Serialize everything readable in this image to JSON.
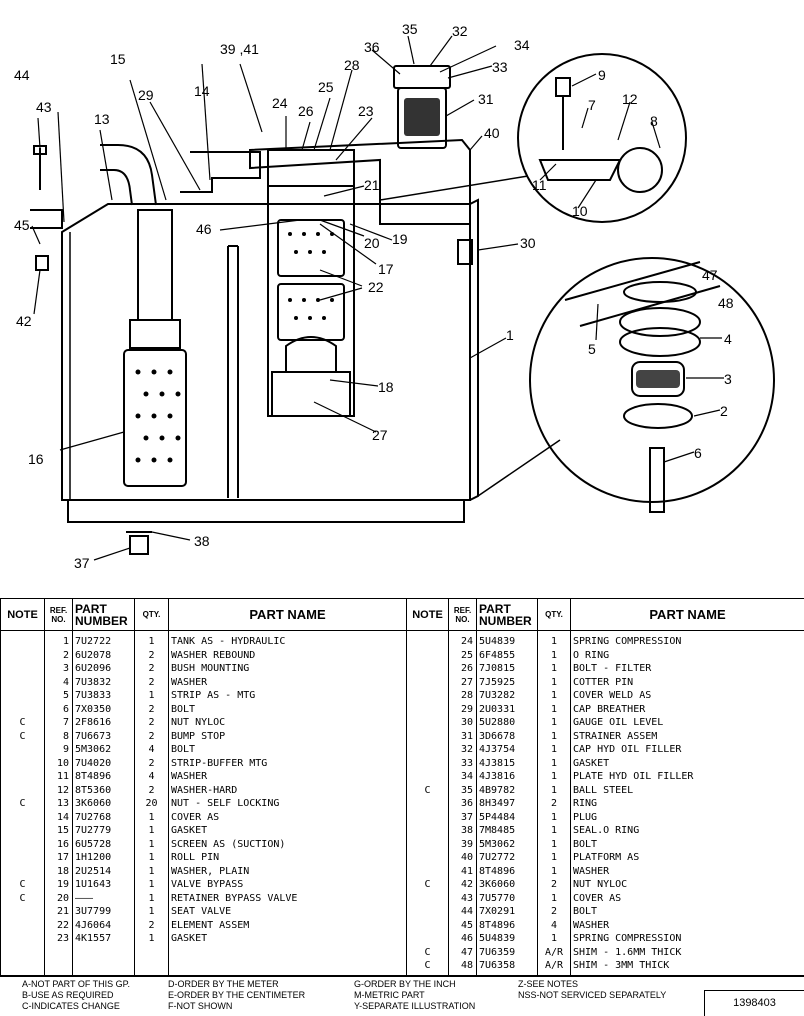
{
  "diagram": {
    "callouts": [
      "1",
      "2",
      "3",
      "4",
      "5",
      "6",
      "7",
      "8",
      "9",
      "10",
      "11",
      "12",
      "13",
      "14",
      "15",
      "16",
      "17",
      "18",
      "19",
      "20",
      "21",
      "22",
      "23",
      "24",
      "25",
      "26",
      "27",
      "28",
      "29",
      "30",
      "31",
      "32",
      "33",
      "34",
      "35",
      "36",
      "37",
      "38",
      "39 ,41",
      "40",
      "42",
      "43",
      "44",
      "45",
      "46",
      "47",
      "48"
    ]
  },
  "table": {
    "headers": {
      "note": "NOTE",
      "ref": "REF. NO.",
      "part_number": "PART NUMBER",
      "qty": "QTY.",
      "part_name": "PART NAME"
    },
    "left_rows": [
      {
        "note": "",
        "ref": "1",
        "pn": "7U2722",
        "qty": "1",
        "name": "TANK AS - HYDRAULIC"
      },
      {
        "note": "",
        "ref": "2",
        "pn": "6U2078",
        "qty": "2",
        "name": "WASHER REBOUND"
      },
      {
        "note": "",
        "ref": "3",
        "pn": "6U2096",
        "qty": "2",
        "name": "BUSH MOUNTING"
      },
      {
        "note": "",
        "ref": "4",
        "pn": "7U3832",
        "qty": "2",
        "name": "WASHER"
      },
      {
        "note": "",
        "ref": "5",
        "pn": "7U3833",
        "qty": "1",
        "name": "STRIP AS - MTG"
      },
      {
        "note": "",
        "ref": "6",
        "pn": "7X0350",
        "qty": "2",
        "name": "BOLT"
      },
      {
        "note": "C",
        "ref": "7",
        "pn": "2F8616",
        "qty": "2",
        "name": "NUT NYLOC"
      },
      {
        "note": "C",
        "ref": "8",
        "pn": "7U6673",
        "qty": "2",
        "name": "BUMP STOP"
      },
      {
        "note": "",
        "ref": "9",
        "pn": "5M3062",
        "qty": "4",
        "name": "BOLT"
      },
      {
        "note": "",
        "ref": "10",
        "pn": "7U4020",
        "qty": "2",
        "name": "STRIP-BUFFER MTG"
      },
      {
        "note": "",
        "ref": "11",
        "pn": "8T4896",
        "qty": "4",
        "name": "WASHER"
      },
      {
        "note": "",
        "ref": "12",
        "pn": "8T5360",
        "qty": "2",
        "name": "WASHER-HARD"
      },
      {
        "note": "C",
        "ref": "13",
        "pn": "3K6060",
        "qty": "20",
        "name": "NUT - SELF LOCKING"
      },
      {
        "note": "",
        "ref": "14",
        "pn": "7U2768",
        "qty": "1",
        "name": "COVER AS"
      },
      {
        "note": "",
        "ref": "15",
        "pn": "7U2779",
        "qty": "1",
        "name": "GASKET"
      },
      {
        "note": "",
        "ref": "16",
        "pn": "6U5728",
        "qty": "1",
        "name": "SCREEN AS (SUCTION)"
      },
      {
        "note": "",
        "ref": "17",
        "pn": "1H1200",
        "qty": "1",
        "name": "ROLL PIN"
      },
      {
        "note": "",
        "ref": "18",
        "pn": "2U2514",
        "qty": "1",
        "name": "WASHER, PLAIN"
      },
      {
        "note": "C",
        "ref": "19",
        "pn": "1U1643",
        "qty": "1",
        "name": "VALVE BYPASS"
      },
      {
        "note": "C",
        "ref": "20",
        "pn": "———",
        "qty": "1",
        "name": "RETAINER BYPASS VALVE"
      },
      {
        "note": "",
        "ref": "21",
        "pn": "3U7799",
        "qty": "1",
        "name": "SEAT VALVE"
      },
      {
        "note": "",
        "ref": "22",
        "pn": "4J6064",
        "qty": "2",
        "name": "ELEMENT ASSEM"
      },
      {
        "note": "",
        "ref": "23",
        "pn": "4K1557",
        "qty": "1",
        "name": "GASKET"
      },
      {
        "note": "",
        "ref": "",
        "pn": "",
        "qty": "",
        "name": ""
      },
      {
        "note": "",
        "ref": "",
        "pn": "",
        "qty": "",
        "name": ""
      }
    ],
    "right_rows": [
      {
        "note": "",
        "ref": "24",
        "pn": "5U4839",
        "qty": "1",
        "name": "SPRING COMPRESSION"
      },
      {
        "note": "",
        "ref": "25",
        "pn": "6F4855",
        "qty": "1",
        "name": "O RING"
      },
      {
        "note": "",
        "ref": "26",
        "pn": "7J0815",
        "qty": "1",
        "name": "BOLT - FILTER"
      },
      {
        "note": "",
        "ref": "27",
        "pn": "7J5925",
        "qty": "1",
        "name": "COTTER PIN"
      },
      {
        "note": "",
        "ref": "28",
        "pn": "7U3282",
        "qty": "1",
        "name": "COVER WELD AS"
      },
      {
        "note": "",
        "ref": "29",
        "pn": "2U0331",
        "qty": "1",
        "name": "CAP BREATHER"
      },
      {
        "note": "",
        "ref": "30",
        "pn": "5U2880",
        "qty": "1",
        "name": "GAUGE OIL LEVEL"
      },
      {
        "note": "",
        "ref": "31",
        "pn": "3D6678",
        "qty": "1",
        "name": "STRAINER ASSEM"
      },
      {
        "note": "",
        "ref": "32",
        "pn": "4J3754",
        "qty": "1",
        "name": "CAP HYD OIL FILLER"
      },
      {
        "note": "",
        "ref": "33",
        "pn": "4J3815",
        "qty": "1",
        "name": "GASKET"
      },
      {
        "note": "",
        "ref": "34",
        "pn": "4J3816",
        "qty": "1",
        "name": "PLATE HYD OIL FILLER"
      },
      {
        "note": "C",
        "ref": "35",
        "pn": "4B9782",
        "qty": "1",
        "name": "BALL STEEL"
      },
      {
        "note": "",
        "ref": "36",
        "pn": "8H3497",
        "qty": "2",
        "name": "RING"
      },
      {
        "note": "",
        "ref": "37",
        "pn": "5P4484",
        "qty": "1",
        "name": "PLUG"
      },
      {
        "note": "",
        "ref": "38",
        "pn": "7M8485",
        "qty": "1",
        "name": "SEAL.O RING"
      },
      {
        "note": "",
        "ref": "39",
        "pn": "5M3062",
        "qty": "1",
        "name": "BOLT"
      },
      {
        "note": "",
        "ref": "40",
        "pn": "7U2772",
        "qty": "1",
        "name": "PLATFORM AS"
      },
      {
        "note": "",
        "ref": "41",
        "pn": "8T4896",
        "qty": "1",
        "name": "WASHER"
      },
      {
        "note": "C",
        "ref": "42",
        "pn": "3K6060",
        "qty": "2",
        "name": "NUT NYLOC"
      },
      {
        "note": "",
        "ref": "43",
        "pn": "7U5770",
        "qty": "1",
        "name": "COVER AS"
      },
      {
        "note": "",
        "ref": "44",
        "pn": "7X0291",
        "qty": "2",
        "name": "BOLT"
      },
      {
        "note": "",
        "ref": "45",
        "pn": "8T4896",
        "qty": "4",
        "name": "WASHER"
      },
      {
        "note": "",
        "ref": "46",
        "pn": "5U4839",
        "qty": "1",
        "name": "SPRING COMPRESSION"
      },
      {
        "note": "C",
        "ref": "47",
        "pn": "7U6359",
        "qty": "A/R",
        "name": "SHIM - 1.6MM THICK"
      },
      {
        "note": "C",
        "ref": "48",
        "pn": "7U6358",
        "qty": "A/R",
        "name": "SHIM - 3MM THICK"
      }
    ]
  },
  "legend": {
    "col1": [
      "A-NOT PART OF THIS GP.",
      "B-USE AS REQUIRED",
      "C-INDICATES CHANGE"
    ],
    "col2": [
      "D-ORDER BY THE METER",
      "E-ORDER BY THE CENTIMETER",
      "F-NOT SHOWN"
    ],
    "col3": [
      "G-ORDER BY THE INCH",
      "M-METRIC PART",
      "Y-SEPARATE ILLUSTRATION"
    ],
    "col4": [
      "Z-SEE NOTES",
      "NSS-NOT SERVICED SEPARATELY"
    ],
    "doc_number": "1398403"
  }
}
